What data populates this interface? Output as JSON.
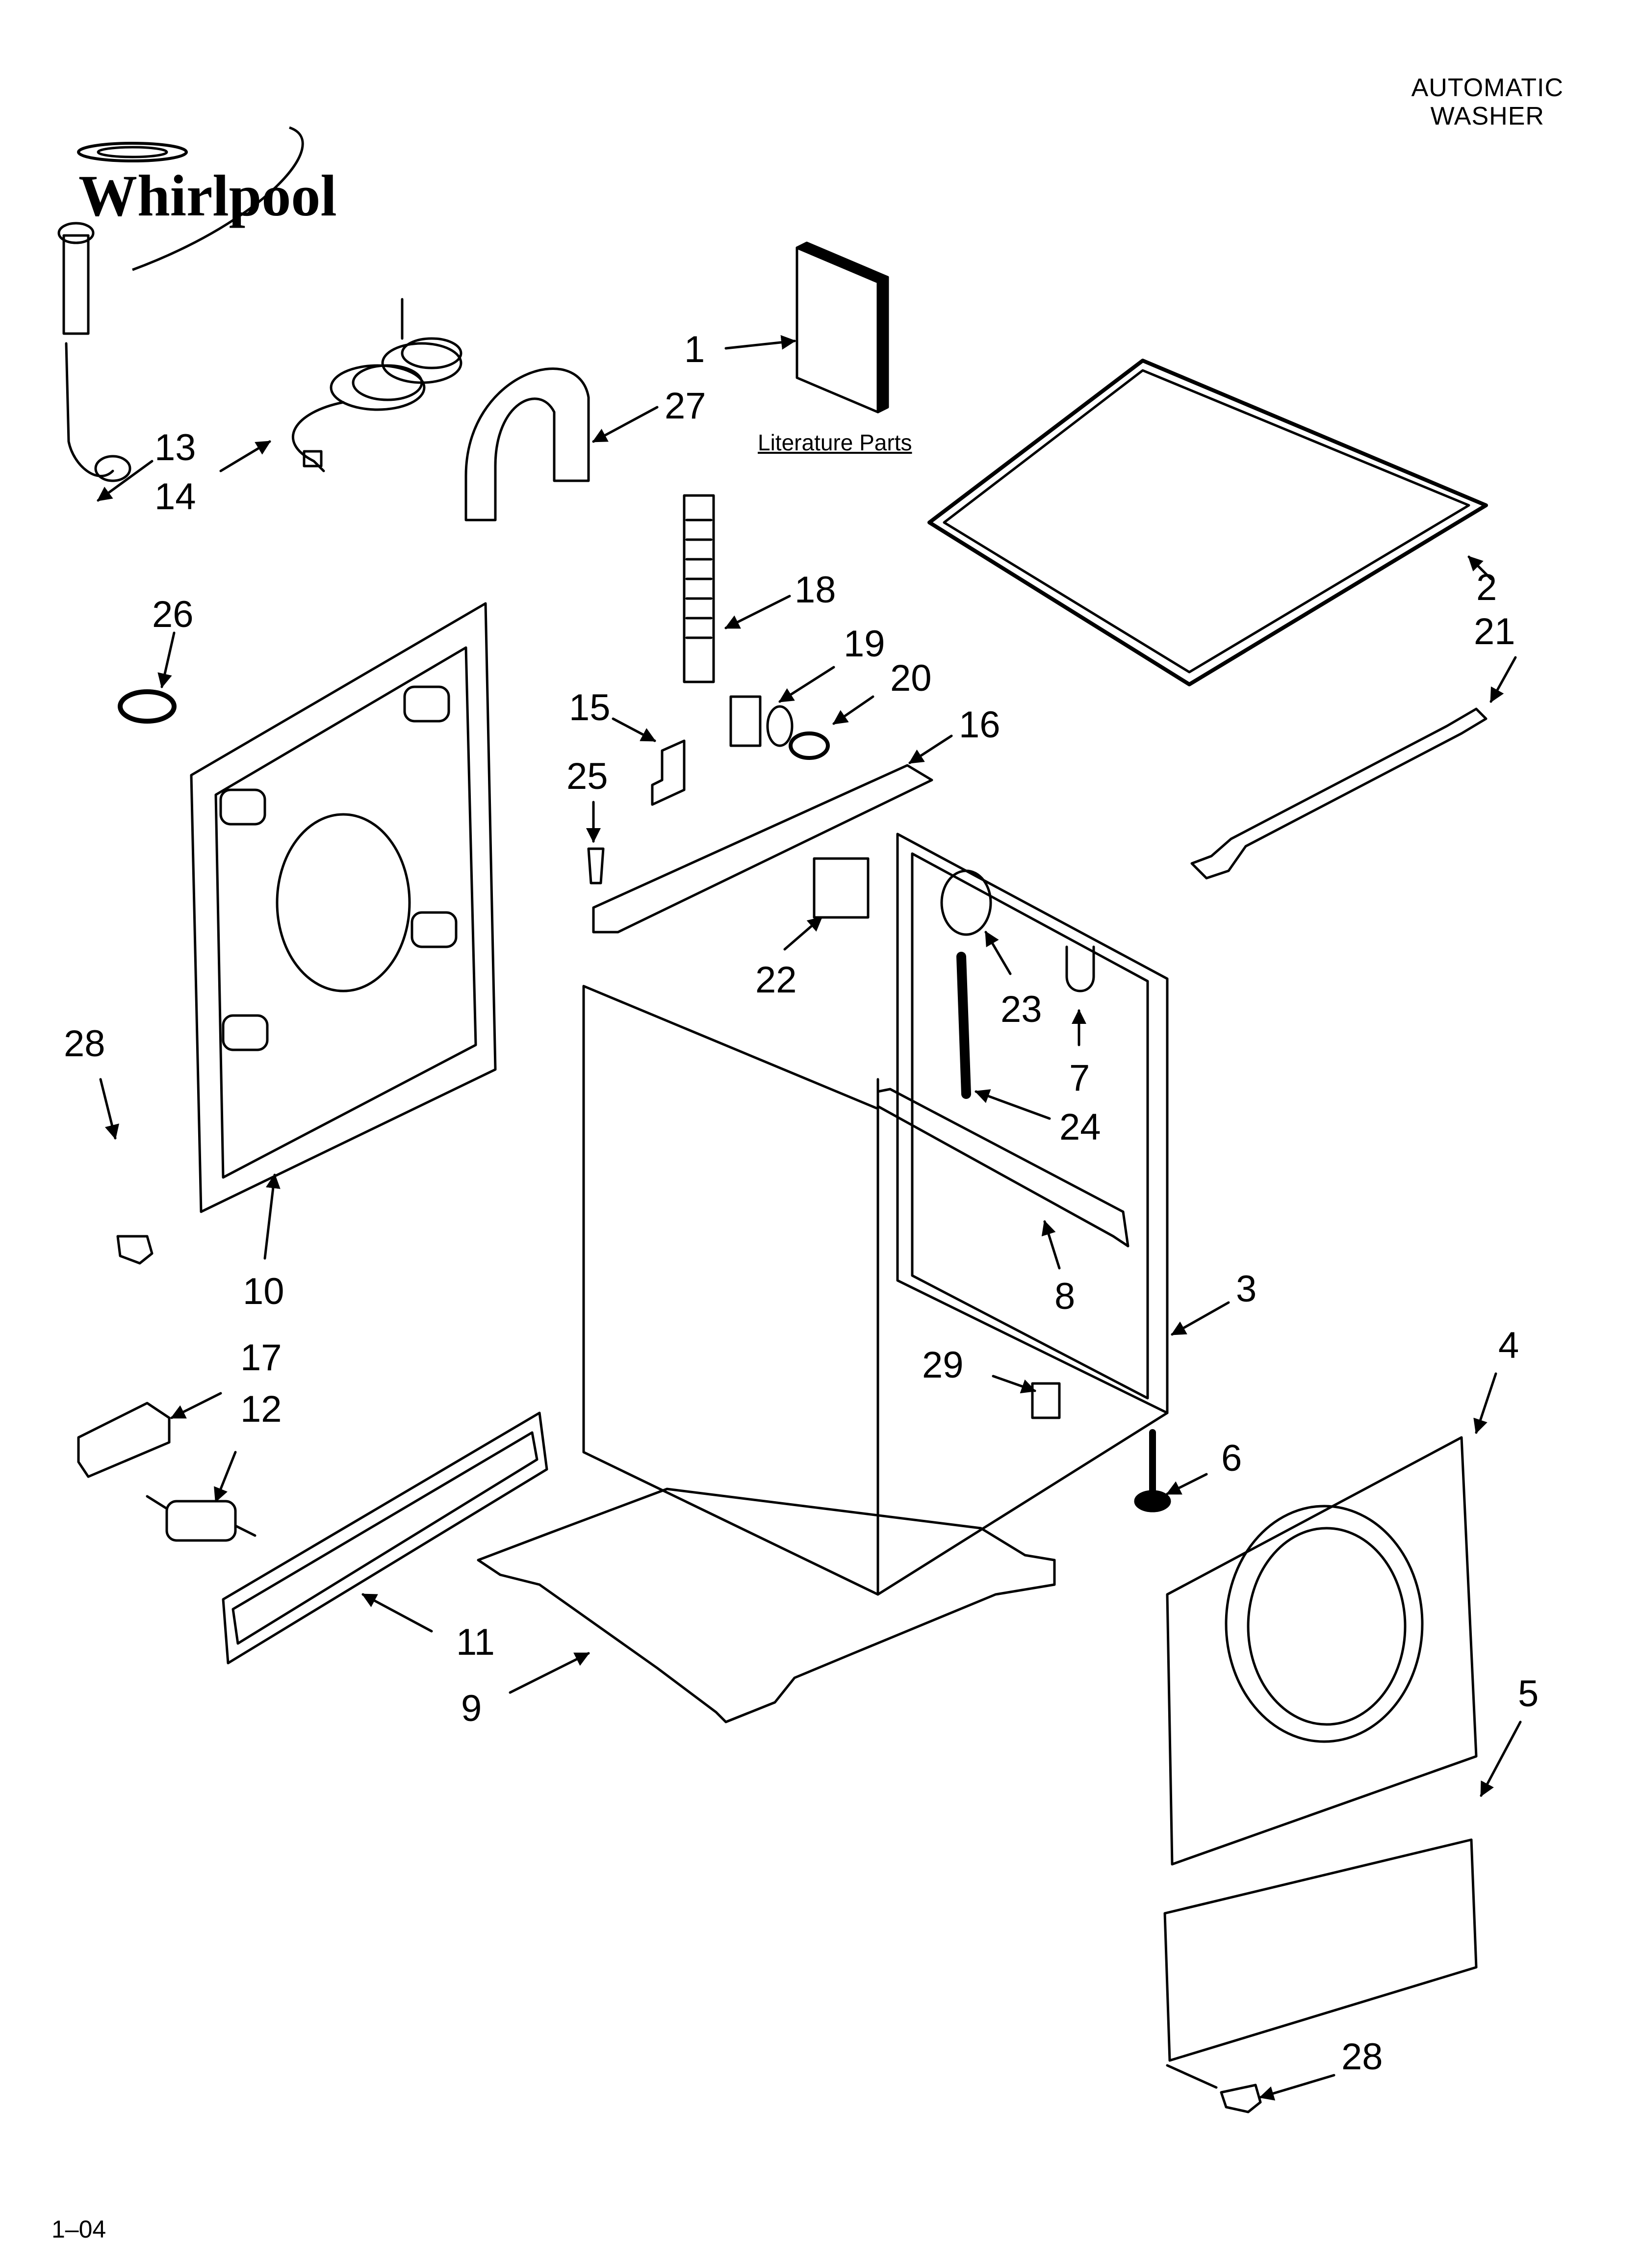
{
  "header": {
    "line1": "AUTOMATIC",
    "line2": "WASHER"
  },
  "brand": {
    "logo_text": "Whirlpool"
  },
  "literature_label": "Literature Parts",
  "footer": {
    "date": "1–04"
  },
  "part_labels": [
    {
      "key": "p1",
      "text": "1"
    },
    {
      "key": "p27",
      "text": "27"
    },
    {
      "key": "p13",
      "text": "13"
    },
    {
      "key": "p14",
      "text": "14"
    },
    {
      "key": "p26",
      "text": "26"
    },
    {
      "key": "p18",
      "text": "18"
    },
    {
      "key": "p19",
      "text": "19"
    },
    {
      "key": "p20",
      "text": "20"
    },
    {
      "key": "p15",
      "text": "15"
    },
    {
      "key": "p16",
      "text": "16"
    },
    {
      "key": "p25",
      "text": "25"
    },
    {
      "key": "p2",
      "text": "2"
    },
    {
      "key": "p21",
      "text": "21"
    },
    {
      "key": "p22",
      "text": "22"
    },
    {
      "key": "p23",
      "text": "23"
    },
    {
      "key": "p7",
      "text": "7"
    },
    {
      "key": "p24",
      "text": "24"
    },
    {
      "key": "p28a",
      "text": "28"
    },
    {
      "key": "p10",
      "text": "10"
    },
    {
      "key": "p8",
      "text": "8"
    },
    {
      "key": "p3",
      "text": "3"
    },
    {
      "key": "p17",
      "text": "17"
    },
    {
      "key": "p12",
      "text": "12"
    },
    {
      "key": "p29",
      "text": "29"
    },
    {
      "key": "p4",
      "text": "4"
    },
    {
      "key": "p6",
      "text": "6"
    },
    {
      "key": "p11",
      "text": "11"
    },
    {
      "key": "p9",
      "text": "9"
    },
    {
      "key": "p5",
      "text": "5"
    },
    {
      "key": "p28b",
      "text": "28"
    }
  ]
}
